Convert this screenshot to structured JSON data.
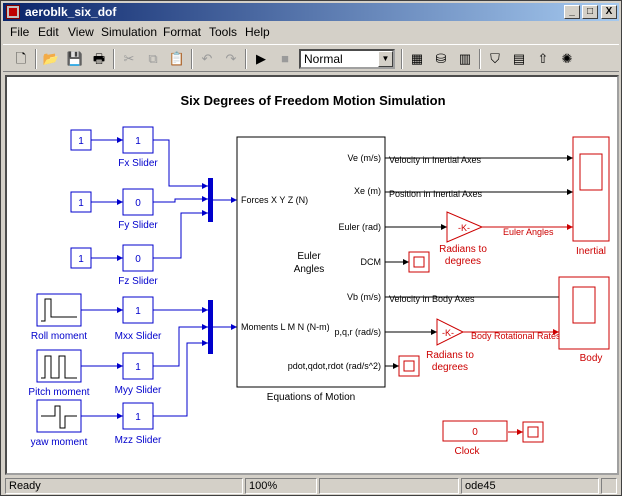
{
  "window": {
    "title": "aeroblk_six_dof",
    "min_label": "_",
    "max_label": "□",
    "close_label": "X"
  },
  "menu": [
    "File",
    "Edit",
    "View",
    "Simulation",
    "Format",
    "Tools",
    "Help"
  ],
  "toolbar": {
    "mode": "Normal"
  },
  "diagram": {
    "title": "Six Degrees of Freedom Motion Simulation",
    "constants": {
      "fx": "1",
      "fy": "1",
      "fz": "1"
    },
    "sliders": {
      "fx": {
        "value": "1",
        "label": "Fx Slider"
      },
      "fy": {
        "value": "0",
        "label": "Fy Slider"
      },
      "fz": {
        "value": "0",
        "label": "Fz Slider"
      },
      "mxx": {
        "value": "1",
        "label": "Mxx Slider"
      },
      "myy": {
        "value": "1",
        "label": "Myy Slider"
      },
      "mzz": {
        "value": "1",
        "label": "Mzz Slider"
      }
    },
    "moments": {
      "roll": "Roll moment",
      "pitch": "Pitch moment",
      "yaw": "yaw moment"
    },
    "eom": {
      "center": [
        "Euler",
        "Angles"
      ],
      "in_forces": "Forces X Y Z (N)",
      "in_moments": "Moments L M N (N-m)",
      "out_ve": "Ve (m/s)",
      "out_xe": "Xe (m)",
      "out_euler": "Euler (rad)",
      "out_dcm": "DCM",
      "out_vb": "Vb (m/s)",
      "out_pqr": "p,q,r (rad/s)",
      "out_pdot": "pdot,qdot,rdot (rad/s^2)",
      "label": "Equations of Motion"
    },
    "signals": {
      "vel_inertial": "Velocity in Inertial Axes",
      "pos_inertial": "Position in Inertial Axes",
      "euler_angles": "Euler Angles",
      "vel_body": "Velocity in Body Axes",
      "body_rates": "Body Rotational Rates"
    },
    "gain": {
      "symbol": "-K-",
      "label_line1": "Radians to",
      "label_line2": "degrees"
    },
    "scopes": {
      "inertial": "Inertial",
      "body": "Body"
    },
    "clock": {
      "value": "0",
      "label": "Clock"
    }
  },
  "status": {
    "state": "Ready",
    "zoom": "100%",
    "solver": "ode45"
  }
}
